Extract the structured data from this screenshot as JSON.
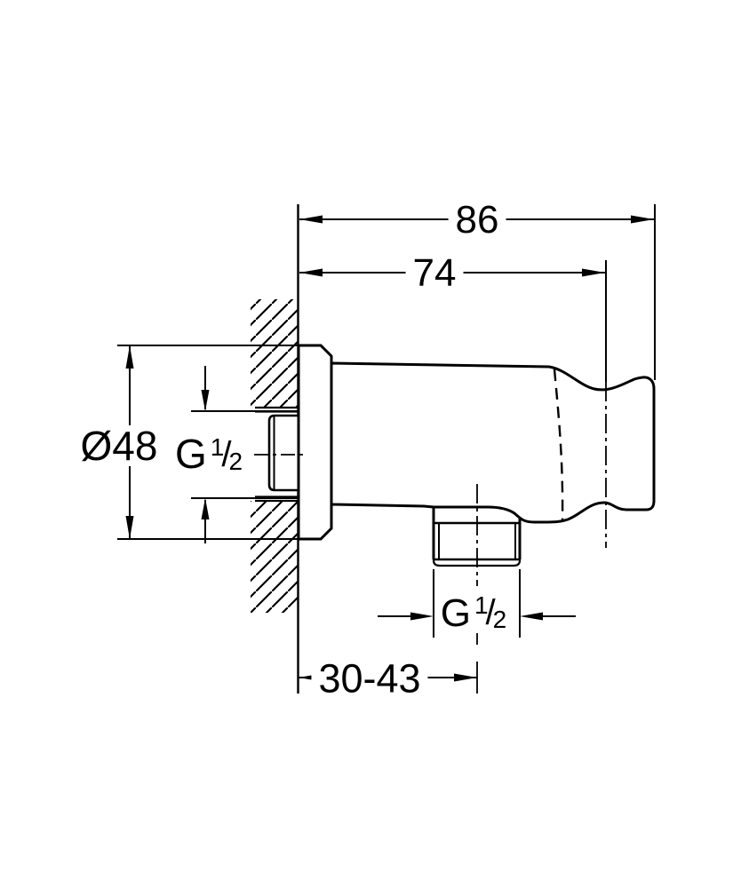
{
  "colors": {
    "background": "#ffffff",
    "line": "#000000"
  },
  "dimensions": {
    "overall_width": "86",
    "wall_to_holder": "74",
    "flange_diameter": "Ø48",
    "wall_depth_range": "30-43"
  },
  "threads": {
    "wall_connection": {
      "prefix": "G",
      "numerator": "1",
      "slash": "/",
      "denominator": "2"
    },
    "outlet_connection": {
      "prefix": "G",
      "numerator": "1",
      "slash": "/",
      "denominator": "2"
    }
  }
}
